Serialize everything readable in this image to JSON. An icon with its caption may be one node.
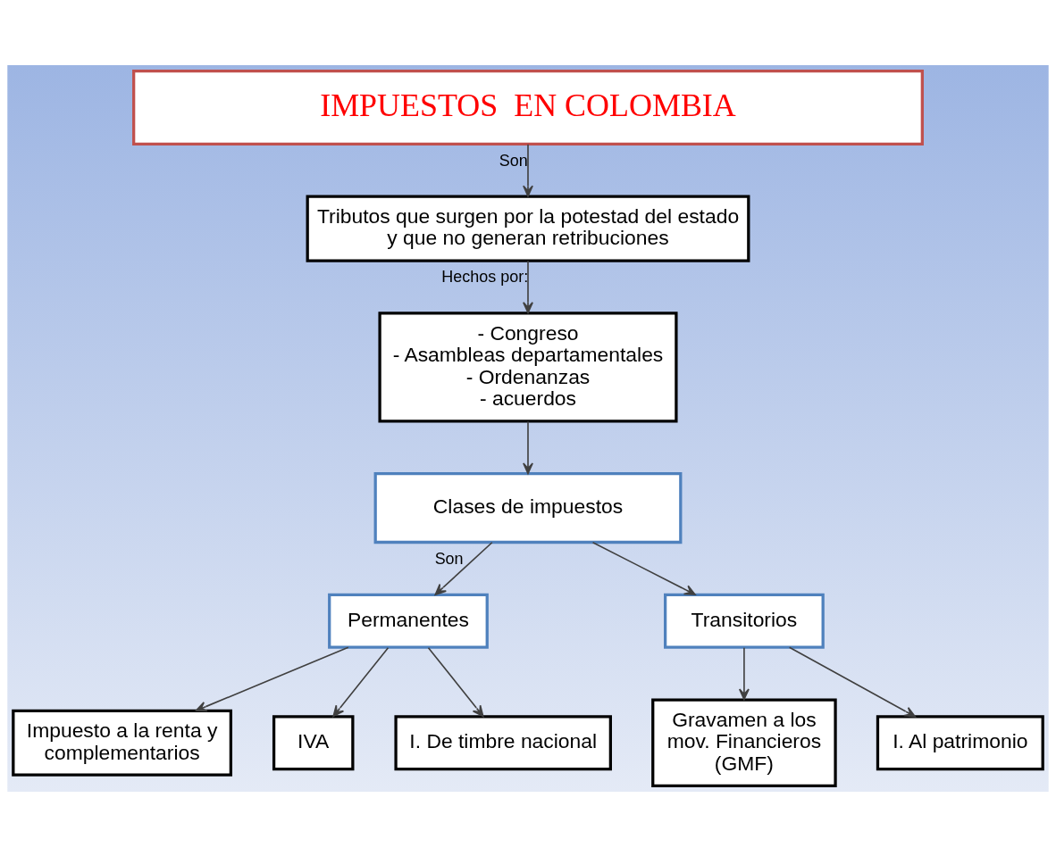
{
  "diagram": {
    "nodes": [
      {
        "text": [
          "IMPUESTOS  EN COLOMBIA"
        ]
      },
      {
        "text": [
          "Tributos que surgen por la potestad del estado y que no generan retribuciones"
        ]
      },
      {
        "text": [
          "- Congreso",
          "- Asambleas departamentales",
          "- Ordenanzas",
          "- acuerdos"
        ]
      },
      {
        "text": [
          "Clases de impuestos"
        ]
      },
      {
        "text": [
          "Permanentes"
        ]
      },
      {
        "text": [
          "Transitorios"
        ]
      },
      {
        "text": [
          "Impuesto a la renta y complementarios"
        ]
      },
      {
        "text": [
          "IVA"
        ]
      },
      {
        "text": [
          "I. De timbre nacional"
        ]
      },
      {
        "text": [
          "Gravamen a los mov. Financieros (GMF)"
        ]
      },
      {
        "text": [
          "I. Al patrimonio"
        ]
      }
    ],
    "edges": [
      {
        "from": 0,
        "to": 1,
        "arrow": "to",
        "label": "Son"
      },
      {
        "from": 1,
        "to": 2,
        "arrow": "to",
        "label": "Hechos por:"
      },
      {
        "from": 2,
        "to": 3,
        "arrow": "to"
      },
      {
        "from": 3,
        "to": 4,
        "arrow": "to",
        "label": "Son"
      },
      {
        "from": 3,
        "to": 5,
        "arrow": "to"
      },
      {
        "from": 4,
        "to": 6,
        "arrow": "to"
      },
      {
        "from": 4,
        "to": 7,
        "arrow": "to"
      },
      {
        "from": 4,
        "to": 8,
        "arrow": "to"
      },
      {
        "from": 5,
        "to": 9,
        "arrow": "to"
      },
      {
        "from": 5,
        "to": 10,
        "arrow": "to"
      }
    ]
  }
}
